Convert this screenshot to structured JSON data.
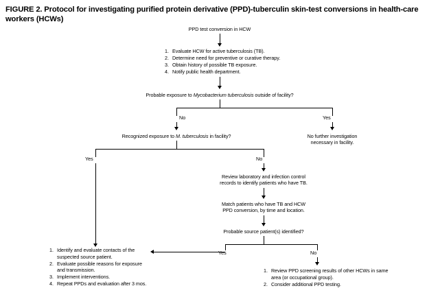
{
  "figure": {
    "title": "FIGURE 2. Protocol for investigating purified protein derivative (PPD)-tuberculin skin-test conversions in health-care workers (HCWs)"
  },
  "nodes": {
    "start": {
      "text": "PPD test conversion in HCW"
    },
    "initial_steps": {
      "items": [
        {
          "num": "1.",
          "text": "Evaluate HCW for active tuberculosis (TB)."
        },
        {
          "num": "2.",
          "text": "Determine need for preventive or curative therapy."
        },
        {
          "num": "3.",
          "text": "Obtain history of possible TB exposure."
        },
        {
          "num": "4.",
          "text": "Notify public health department."
        }
      ]
    },
    "decision_outside": {
      "prefix": "Probable exposure to ",
      "italic": "Mycobacterium tuberculosis",
      "suffix": " outside of facility?"
    },
    "no_further": {
      "line1": "No further investigation",
      "line2": "necessary in facility."
    },
    "decision_facility": {
      "prefix": "Recognized exposure to ",
      "italic": "M. tuberculosis",
      "suffix": " in facility?"
    },
    "review_records": {
      "line1": "Review laboratory and infection control",
      "line2": "records to identify patients who have TB."
    },
    "match_patients": {
      "line1": "Match patients who have TB and HCW",
      "line2": "PPD conversion, by time and location."
    },
    "decision_source": {
      "text": "Probable source patient(s) identified?"
    },
    "contacts_actions": {
      "items": [
        {
          "num": "1.",
          "text": "Identify and evaluate contacts of the suspected source patient."
        },
        {
          "num": "2.",
          "text": "Evaluate possible reasons for exposure and transmission."
        },
        {
          "num": "3.",
          "text": "Implement interventions."
        },
        {
          "num": "4.",
          "text": "Repeat PPDs and evaluation after 3 mos."
        }
      ]
    },
    "screening_actions": {
      "items": [
        {
          "num": "1.",
          "text": "Review PPD screening results of other HCWs in same area (or occupational group)."
        },
        {
          "num": "2.",
          "text": "Consider additional PPD testing."
        }
      ]
    }
  },
  "branch_labels": {
    "outside_no": "No",
    "outside_yes": "Yes",
    "facility_yes": "Yes",
    "facility_no": "No",
    "source_yes": "Yes",
    "source_no": "No"
  },
  "colors": {
    "background": "#ffffff",
    "ink": "#000000"
  }
}
